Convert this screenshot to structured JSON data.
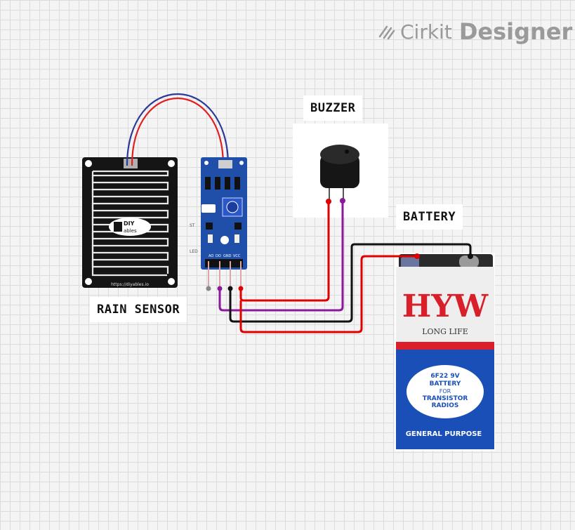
{
  "brand": {
    "name": "Cirkit",
    "product": "Designer"
  },
  "labels": {
    "rain_sensor": "RAIN SENSOR",
    "buzzer": "BUZZER",
    "battery": "BATTERY"
  },
  "rain_plate": {
    "logo_top": "DIY",
    "logo_bottom": "ables",
    "url": "https://diyables.io"
  },
  "module": {
    "pins": [
      "AO",
      "DO",
      "GND",
      "VCC"
    ],
    "side_text_1": "ST",
    "side_text_2": "LED"
  },
  "battery": {
    "brand": "HYW",
    "tagline": "LONG LIFE",
    "line1": "6F22 9V",
    "line2": "BATTERY",
    "line3": "FOR",
    "line4": "TRANSISTOR",
    "line5": "RADIOS",
    "purpose": "GENERAL PURPOSE"
  },
  "colors": {
    "wire_red": "#e00000",
    "wire_purple": "#8a1a9a",
    "wire_black": "#111111",
    "module_blue": "#1f4fa8",
    "battery_blue": "#1a4fb8",
    "battery_red": "#d81f2a"
  }
}
